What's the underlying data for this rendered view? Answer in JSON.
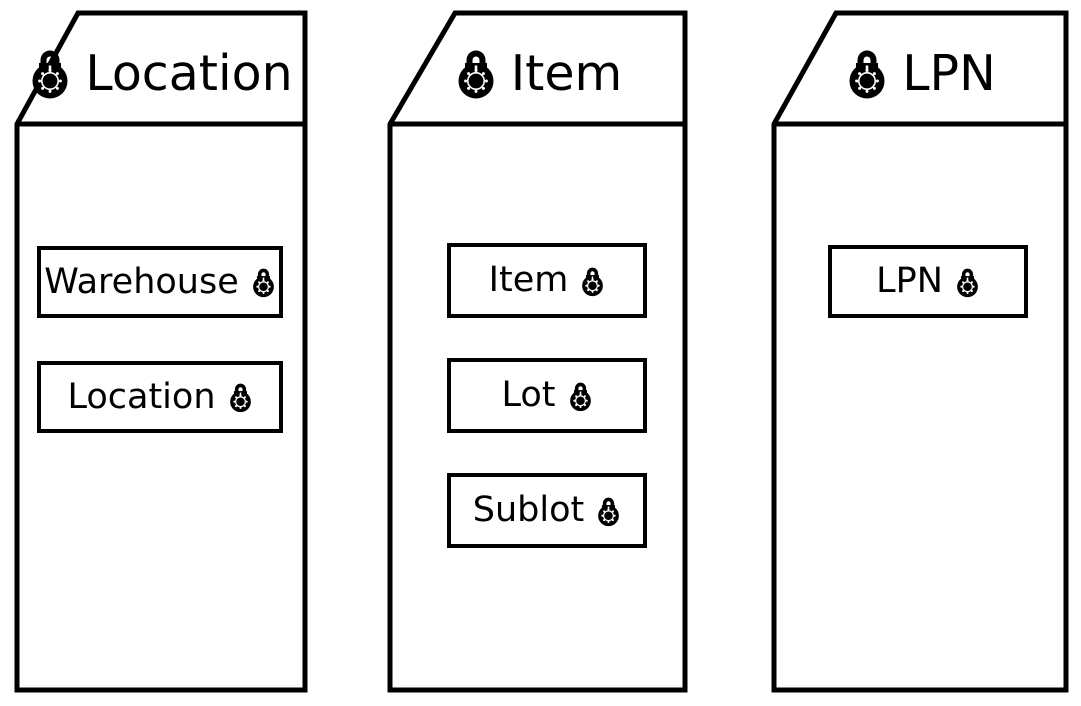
{
  "diagram": {
    "type": "three-panel-entity-lock-diagram",
    "background_color": "#ffffff",
    "stroke_color": "#000000",
    "icon_name": "combination-padlock-icon",
    "panels": [
      {
        "id": "location",
        "title": "Location",
        "title_icon": "combination-padlock-icon",
        "fields": [
          {
            "label": "Warehouse",
            "icon": "combination-padlock-icon"
          },
          {
            "label": "Location",
            "icon": "combination-padlock-icon"
          }
        ]
      },
      {
        "id": "item",
        "title": "Item",
        "title_icon": "combination-padlock-icon",
        "fields": [
          {
            "label": "Item",
            "icon": "combination-padlock-icon"
          },
          {
            "label": "Lot",
            "icon": "combination-padlock-icon"
          },
          {
            "label": "Sublot",
            "icon": "combination-padlock-icon"
          }
        ]
      },
      {
        "id": "lpn",
        "title": "LPN",
        "title_icon": "combination-padlock-icon",
        "fields": [
          {
            "label": "LPN",
            "icon": "combination-padlock-icon"
          }
        ]
      }
    ]
  }
}
